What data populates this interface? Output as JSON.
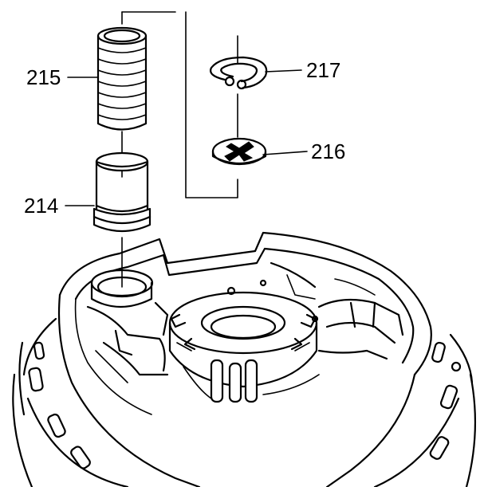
{
  "callouts": {
    "spring": "215",
    "piston": "214",
    "snap_ring": "217",
    "retainer": "216"
  },
  "colors": {
    "ink": "#000000",
    "paper": "#ffffff"
  }
}
